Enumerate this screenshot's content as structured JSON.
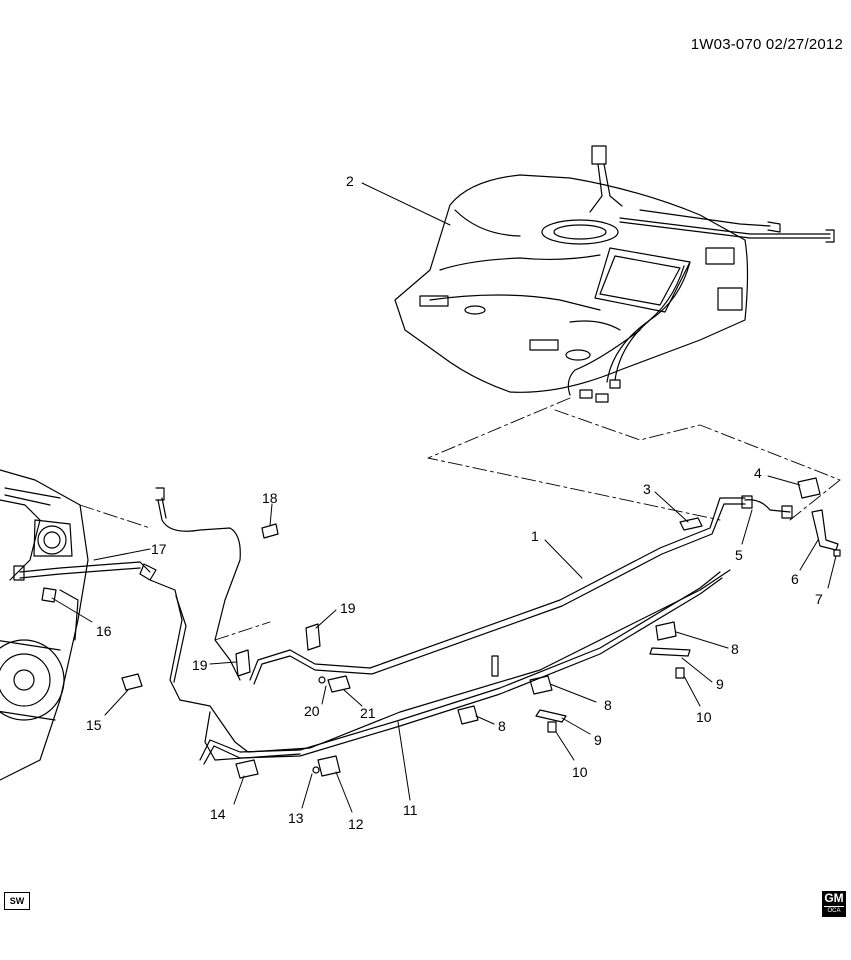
{
  "doc_id": "1W03-070 02/27/2012",
  "badges": {
    "sw": "SW",
    "gm_top": "GM",
    "gm_bottom": "OCA"
  },
  "callouts": [
    "1",
    "2",
    "3",
    "4",
    "5",
    "6",
    "7",
    "8",
    "8",
    "8",
    "8",
    "9",
    "9",
    "10",
    "10",
    "11",
    "12",
    "13",
    "14",
    "15",
    "16",
    "17",
    "18",
    "19",
    "19",
    "20",
    "21"
  ]
}
